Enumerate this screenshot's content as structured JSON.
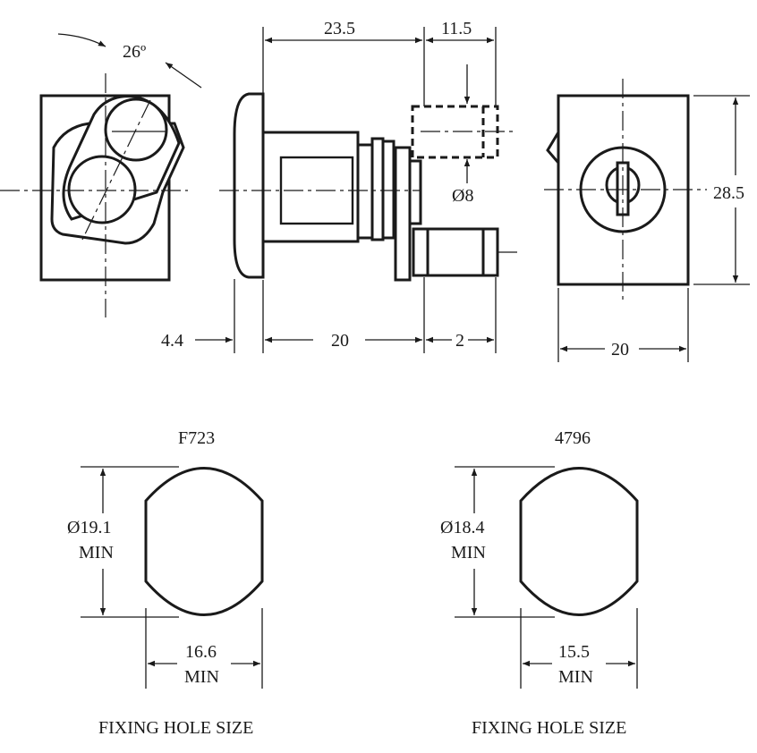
{
  "top_views": {
    "angle_label": "26º",
    "dim_23_5": "23.5",
    "dim_11_5": "11.5",
    "dim_dia8": "Ø8",
    "dim_28_5": "28.5",
    "dim_4_4": "4.4",
    "dim_20_side": "20",
    "dim_2": "2",
    "dim_20_rear": "20"
  },
  "hole_f723": {
    "title": "F723",
    "dia_value": "Ø19.1",
    "dia_min": "MIN",
    "width_value": "16.6",
    "width_min": "MIN",
    "caption": "FIXING HOLE SIZE"
  },
  "hole_4796": {
    "title": "4796",
    "dia_value": "Ø18.4",
    "dia_min": "MIN",
    "width_value": "15.5",
    "width_min": "MIN",
    "caption": "FIXING HOLE SIZE"
  }
}
